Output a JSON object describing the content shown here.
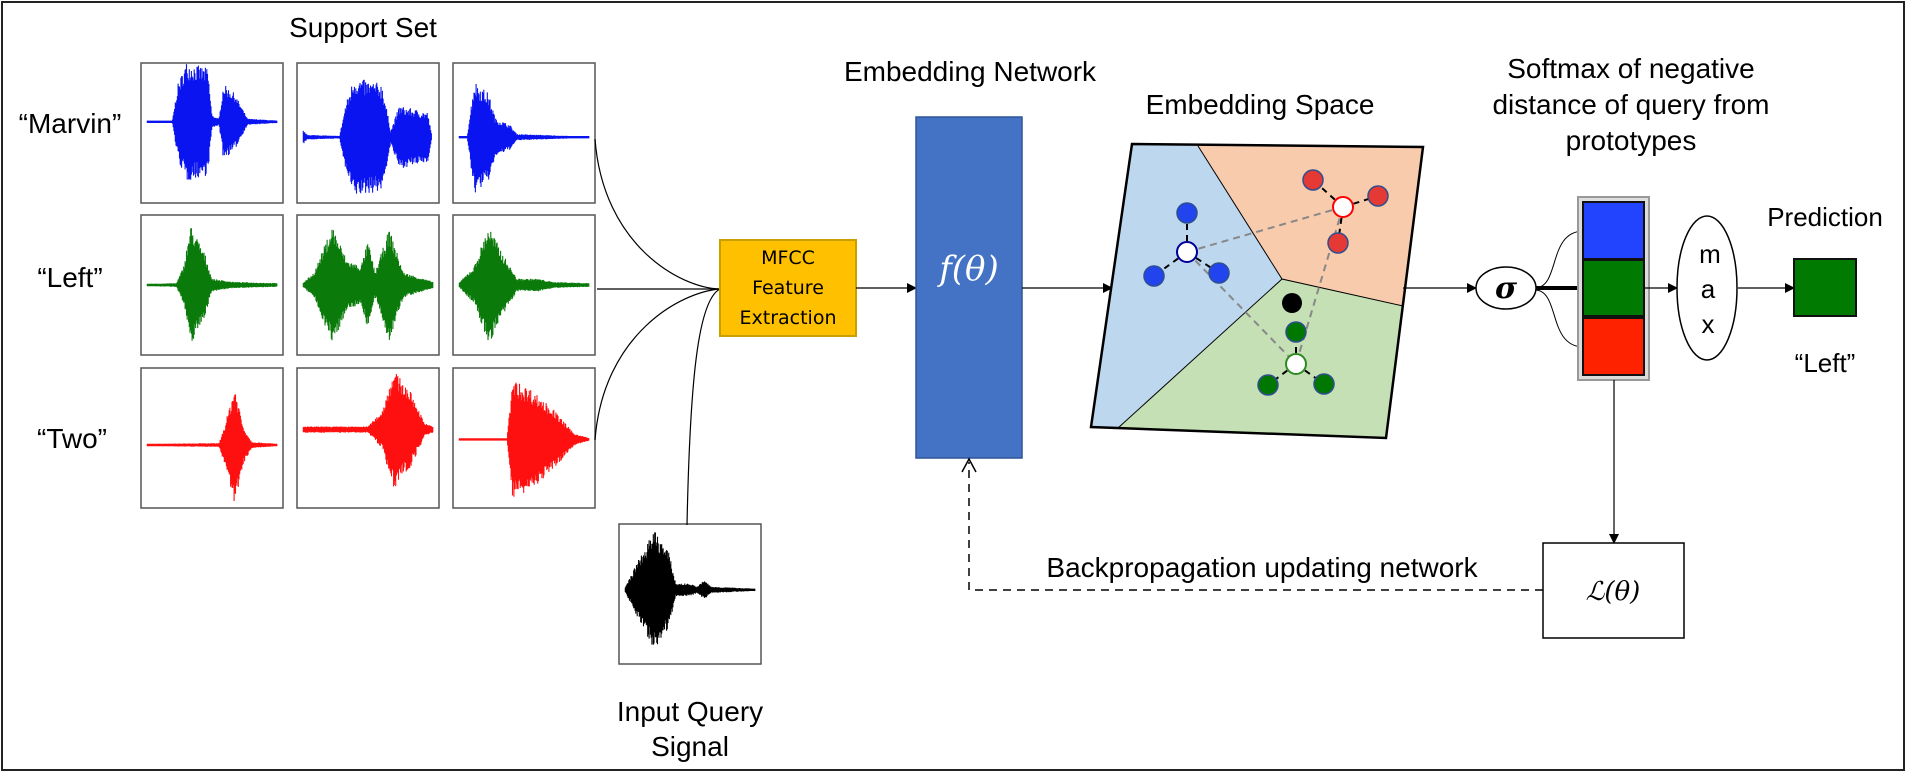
{
  "support_set": {
    "title": "Support Set",
    "classes": [
      {
        "label": "“Marvin”",
        "color": "#0A14F0"
      },
      {
        "label": "“Left”",
        "color": "#0A7A0A"
      },
      {
        "label": "“Two”",
        "color": "#FF1010"
      }
    ]
  },
  "query": {
    "label_line1": "Input Query",
    "label_line2": "Signal",
    "color": "#000000"
  },
  "mfcc": {
    "line1": "MFCC",
    "line2": "Feature",
    "line3": "Extraction",
    "color": "#FFC000"
  },
  "embedding_network": {
    "title": "Embedding Network",
    "function_label": "f(θ)",
    "color": "#4472C4"
  },
  "embedding_space": {
    "title": "Embedding Space",
    "region_colors": {
      "blue": "#BDD7EE",
      "orange": "#F8CBAD",
      "green": "#C5E0B4"
    }
  },
  "softmax": {
    "title_line1": "Softmax of negative",
    "title_line2": "distance of query from",
    "title_line3": "prototypes",
    "symbol": "σ",
    "output_colors": [
      "#2244FF",
      "#007A00",
      "#FF2200"
    ]
  },
  "max": {
    "letters": [
      "m",
      "a",
      "x"
    ]
  },
  "prediction": {
    "title": "Prediction",
    "label": "“Left”",
    "color": "#007A00"
  },
  "loss": {
    "label": "ℒ(θ)"
  },
  "backprop": {
    "label": "Backpropagation updating network"
  }
}
